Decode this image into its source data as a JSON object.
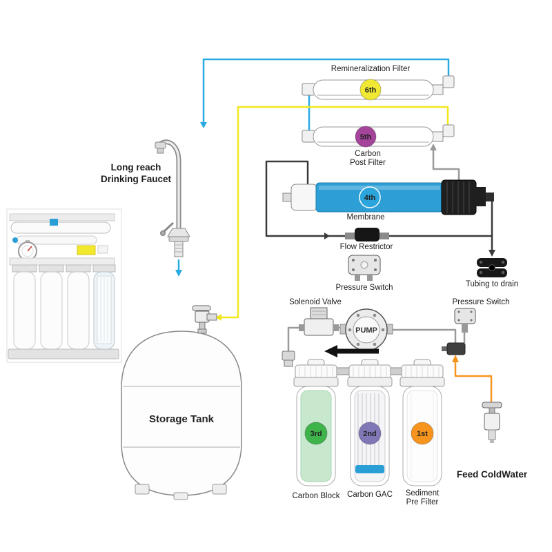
{
  "colors": {
    "stage6": "#f0e832",
    "stage5": "#a4449b",
    "stage4": "#2ba6dd",
    "stage3": "#3eb44a",
    "stage2": "#8077b7",
    "stage1": "#f7941e",
    "membrane_body": "#2e9fd6",
    "tube_blue": "#29abe2",
    "tube_yellow": "#f2e71d",
    "tube_gray": "#9a9a9a",
    "tube_dark": "#3a3a3a",
    "tube_orange": "#f7941e",
    "flow_arrow": "#111111"
  },
  "components": {
    "remineralization": {
      "title": "Remineralization Filter",
      "stage": "6th"
    },
    "carbon_post": {
      "stage": "5th",
      "title_line1": "Carbon",
      "title_line2": "Post Filter"
    },
    "membrane": {
      "stage": "4th",
      "title": "Membrane"
    },
    "flow_restrictor": {
      "title": "Flow Restrictor"
    },
    "pressure_switch_mid": {
      "title": "Pressure Switch"
    },
    "pressure_switch_feed": {
      "title": "Pressure Switch"
    },
    "drain": {
      "title": "Tubing to drain"
    },
    "solenoid": {
      "title": "Solenoid Valve"
    },
    "pump": {
      "title": "PUMP"
    },
    "faucet": {
      "title_line1": "Long reach",
      "title_line2": "Drinking Faucet"
    },
    "tank": {
      "title": "Storage Tank"
    },
    "carbon_block": {
      "stage": "3rd",
      "title": "Carbon Block"
    },
    "carbon_gac": {
      "stage": "2nd",
      "title": "Carbon GAC"
    },
    "sediment": {
      "stage": "1st",
      "title_line1": "Sediment",
      "title_line2": "Pre Filter"
    },
    "feed": {
      "title": "Feed ColdWater"
    }
  }
}
